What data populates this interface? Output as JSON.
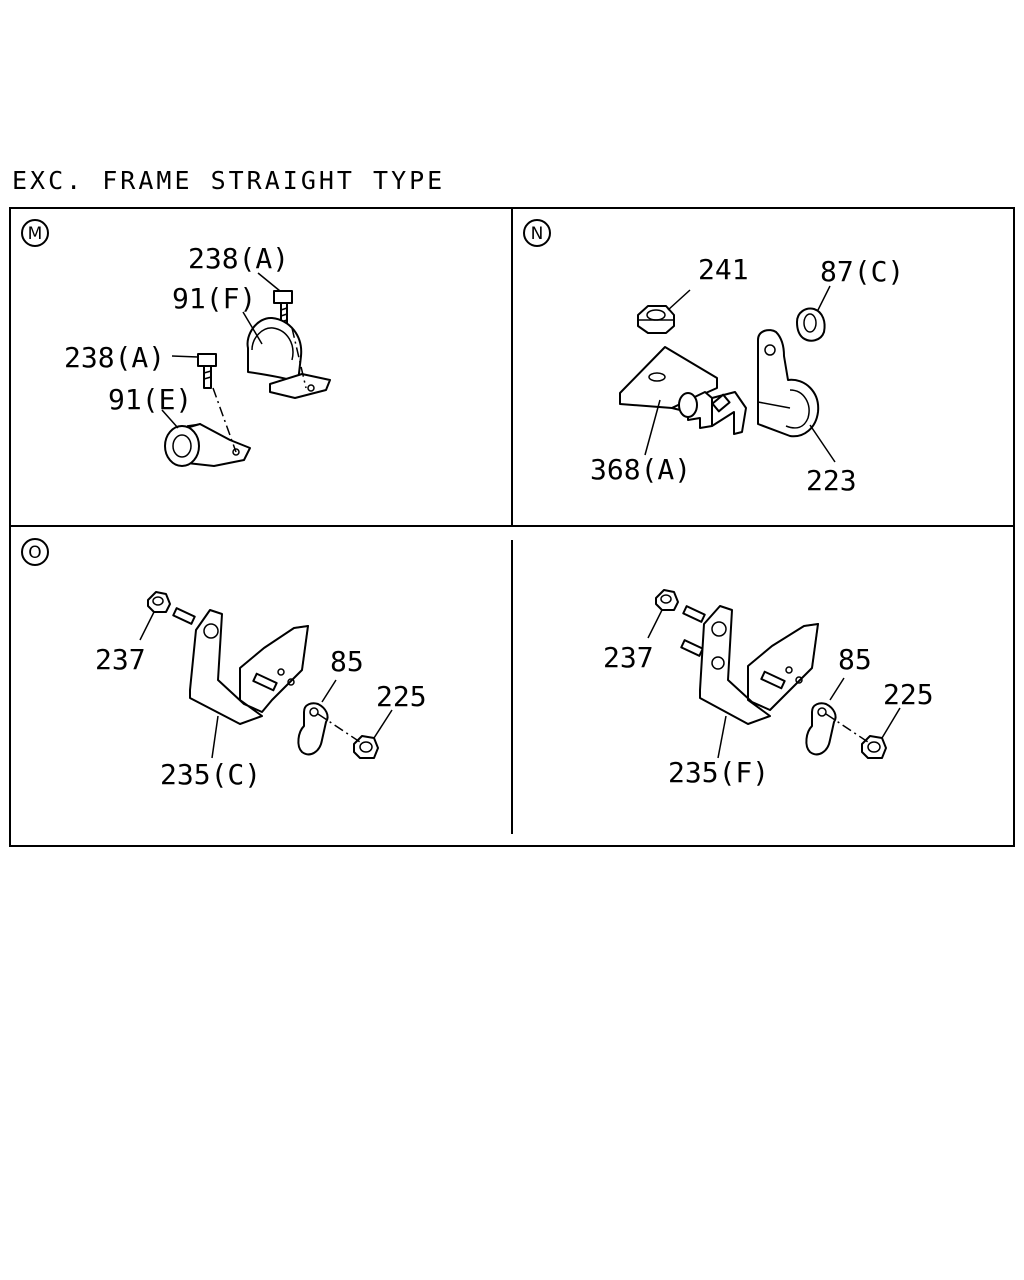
{
  "title": "EXC. FRAME STRAIGHT TYPE",
  "panels": {
    "m": {
      "section": "M",
      "labels": {
        "bolt_upper": "238(A)",
        "clip_upper": "91(F)",
        "bolt_lower": "238(A)",
        "clip_lower": "91(E)"
      }
    },
    "n": {
      "section": "N",
      "labels": {
        "nut_a": "241",
        "nut_b": "87(C)",
        "bracket": "368(A)",
        "clip": "223"
      }
    },
    "o": {
      "section": "O",
      "labels": {
        "nut": "237",
        "clip": "85",
        "nut_small": "225",
        "bracket": "235(C)"
      }
    },
    "p": {
      "labels": {
        "nut": "237",
        "clip": "85",
        "nut_small": "225",
        "bracket": "235(F)"
      }
    }
  }
}
